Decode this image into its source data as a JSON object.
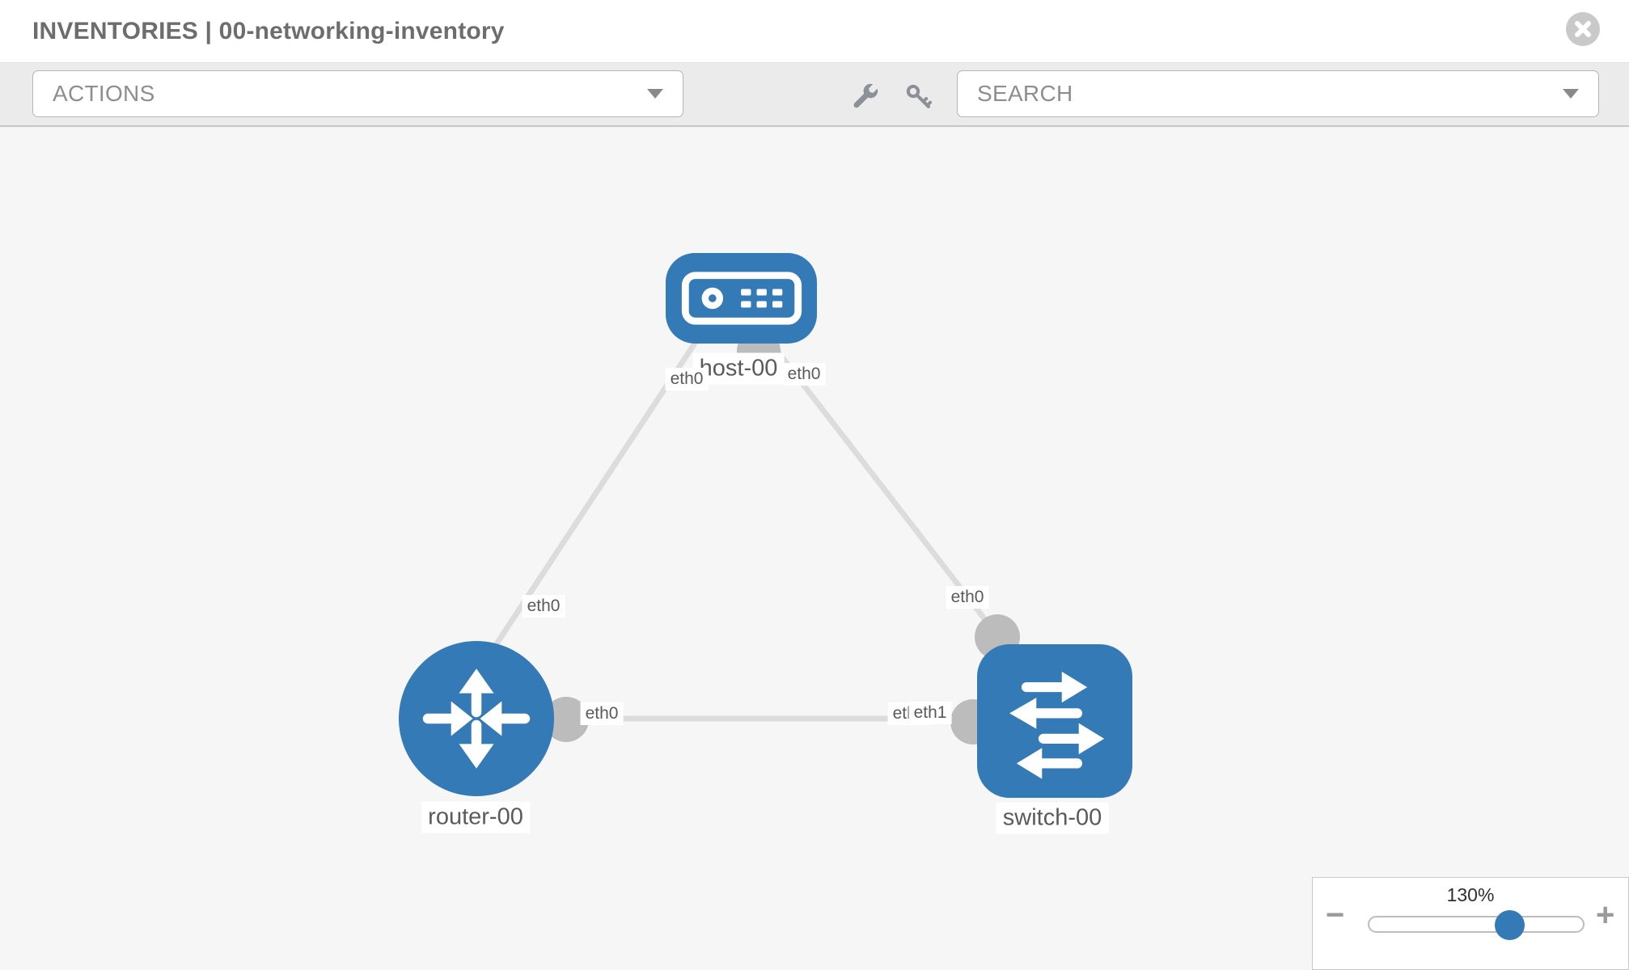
{
  "header": {
    "title": "INVENTORIES | 00-networking-inventory"
  },
  "toolbar": {
    "actions_label": "ACTIONS",
    "search_label": "SEARCH"
  },
  "topology": {
    "nodes": [
      {
        "label": "host-00",
        "type": "host"
      },
      {
        "label": "router-00",
        "type": "router"
      },
      {
        "label": "switch-00",
        "type": "switch"
      }
    ],
    "links": [
      {
        "from": "host-00",
        "from_if": "eth0",
        "to": "router-00",
        "to_if": "eth0"
      },
      {
        "from": "host-00",
        "from_if": "eth0",
        "to": "switch-00",
        "to_if": "eth0"
      },
      {
        "from": "router-00",
        "from_if": "eth0",
        "to": "switch-00",
        "to_if": "eth1"
      }
    ]
  },
  "zoom_control": {
    "level": "130%",
    "minus": "−",
    "plus": "+"
  },
  "colors": {
    "node_blue": "#337ab7",
    "link_gray": "#dcdcdc",
    "interface_gray": "#bcbcbc",
    "canvas_bg": "#f6f6f6",
    "toolbar_bg": "#ebebeb"
  }
}
